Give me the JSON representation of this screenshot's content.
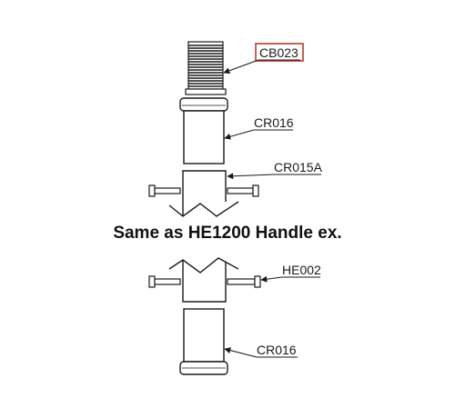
{
  "labels": {
    "cb023": "CB023",
    "cr016_top": "CR016",
    "cr015a": "CR015A",
    "he002": "HE002",
    "cr016_bottom": "CR016"
  },
  "headline": "Same as HE1200 Handle ex.",
  "highlight_color": "#c0392b",
  "line_color": "#1a1a1a"
}
